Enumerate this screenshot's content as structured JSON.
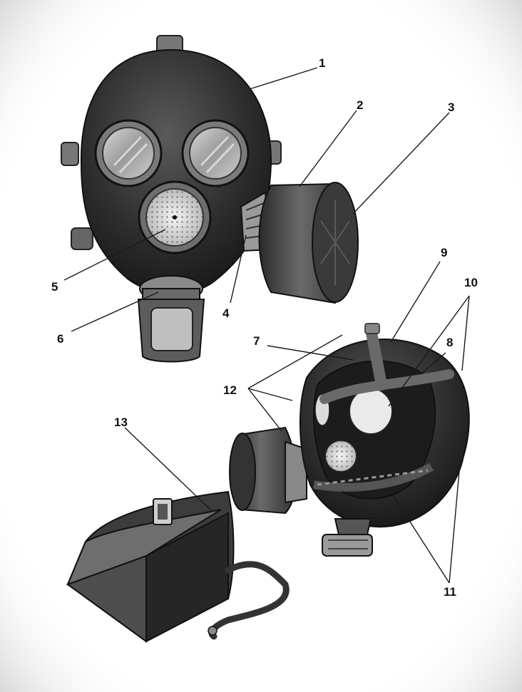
{
  "colors": {
    "paper": "#ffffff",
    "rubber_dark": "#2b2b2b",
    "rubber_mid": "#4a4a4a",
    "metal": "#8c8c8c",
    "glass": "#c9c9c9",
    "ink": "#111111"
  },
  "labels": {
    "l1": "1",
    "l2": "2",
    "l3": "3",
    "l4": "4",
    "l5": "5",
    "l6": "6",
    "l7": "7",
    "l8": "8",
    "l9": "9",
    "l10": "10",
    "l11": "11",
    "l12": "12",
    "l13": "13"
  }
}
